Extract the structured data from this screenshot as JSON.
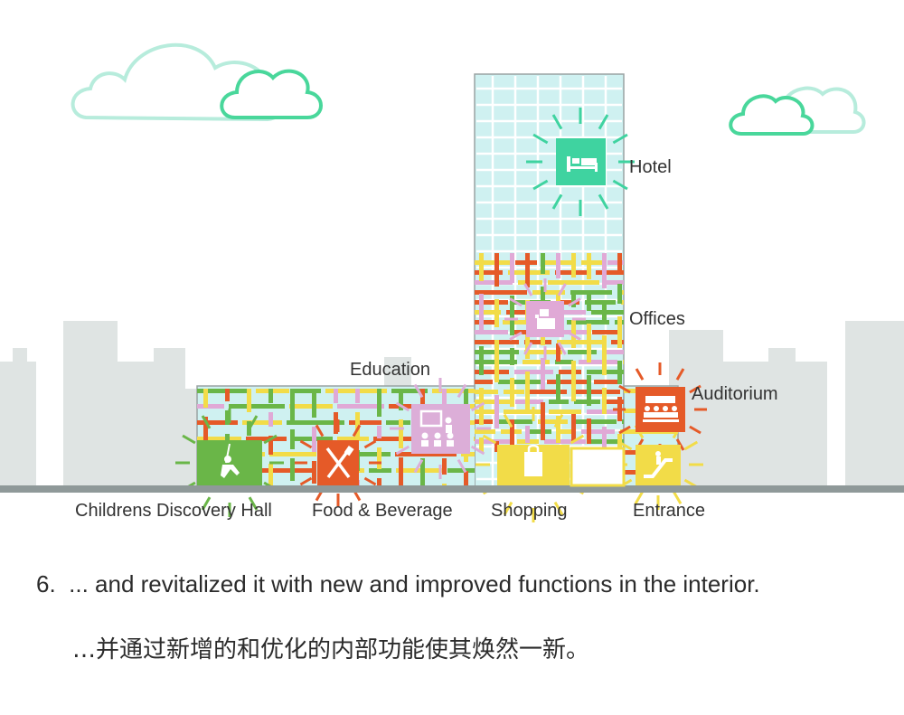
{
  "labels": {
    "hotel": "Hotel",
    "offices": "Offices",
    "education": "Education",
    "auditorium": "Auditorium",
    "childrens_hall": "Childrens Discovery Hall",
    "food_beverage": "Food & Beverage",
    "shopping": "Shopping",
    "entrance": "Entrance"
  },
  "caption": {
    "number": "6.",
    "english": "... and revitalized it with new and improved functions in the interior.",
    "chinese": "…并通过新增的和优化的内部功能使其焕然一新。"
  },
  "icons": {
    "hotel": "bed-icon",
    "offices": "desk-icon",
    "education": "classroom-icon",
    "auditorium": "theater-seats-icon",
    "childrens_hall": "swing-icon",
    "food_beverage": "fork-knife-icon",
    "shopping": "shopping-bag-icon",
    "entrance": "escalator-icon"
  },
  "colors": {
    "hotel": "#3fd3a0",
    "offices": "#e0a9d6",
    "education": "#dcaed8",
    "auditorium": "#e55a28",
    "childrens_hall": "#6ab648",
    "food_beverage": "#e55a28",
    "shopping": "#f2dc48",
    "entrance": "#f2dc48",
    "glass": "#cff1f1",
    "city": "#dfe4e3",
    "ground": "#8f9999"
  }
}
